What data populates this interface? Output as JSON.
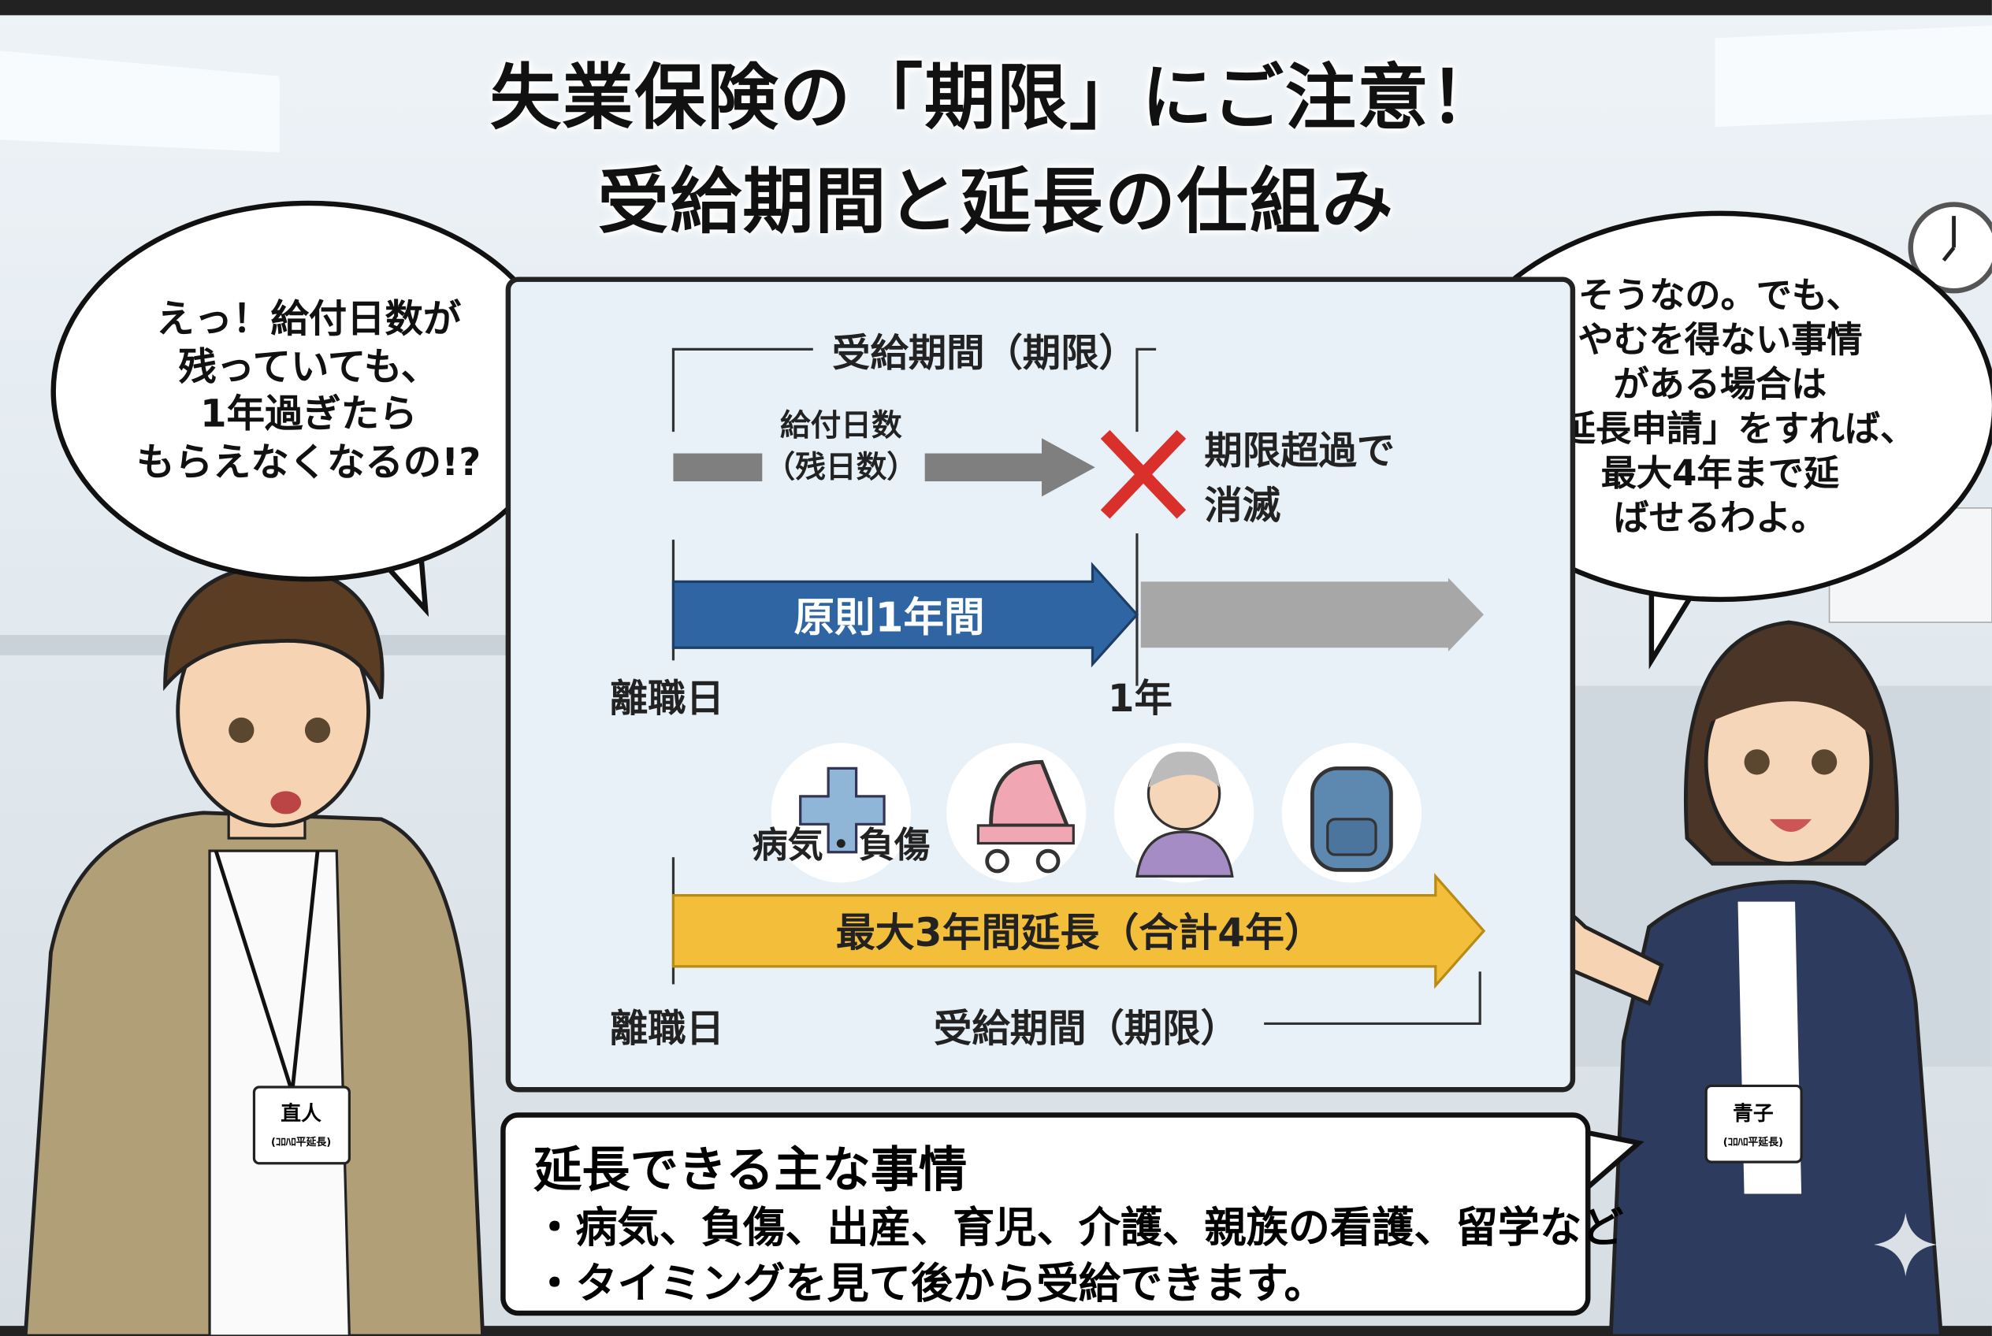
{
  "title": {
    "line1": "失業保険の「期限」にご注意！",
    "line2": "受給期間と延長の仕組み"
  },
  "left_bubble": {
    "lines": [
      "えっ！給付日数が",
      "残っていても、",
      "1年過ぎたら",
      "もらえなくなるの!?"
    ]
  },
  "right_bubble": {
    "lines": [
      "そうなの。でも、",
      "やむを得ない事情",
      "がある場合は",
      "「延長申請」をすれば、",
      "最大4年まで延",
      "ばせるわよ。"
    ]
  },
  "diagram": {
    "period_label": "受給期間（期限）",
    "benefit_days_line1": "給付日数",
    "benefit_days_line2": "（残日数）",
    "expired_line1": "期限超過で",
    "expired_line2": "消滅",
    "principle_label": "原則1年間",
    "separation_day": "離職日",
    "one_year": "1年",
    "illness_label": "病気・負傷",
    "extension_label": "最大3年間延長（合計4年）",
    "separation_day_2": "離職日",
    "period_label_2": "受給期間（期限）",
    "icons": [
      "medical-cross-icon",
      "stroller-icon",
      "elderly-person-icon",
      "backpack-icon"
    ],
    "colors": {
      "blue": "#2f65a3",
      "yellow": "#f3bf3a",
      "gray": "#8f8f8f",
      "red": "#d9302c"
    }
  },
  "characters": {
    "man_name": "直人",
    "man_badge_sub": "(ｺﾛﾊﾛ平延長)",
    "woman_name": "青子",
    "woman_badge_sub": "(ｺﾛﾊﾛ平延長)"
  },
  "reasons": {
    "heading": "延長できる主な事情",
    "items": [
      "・病気、負傷、出産、育児、介護、親族の看護、留学など",
      "・タイミングを見て後から受給できます。"
    ]
  }
}
